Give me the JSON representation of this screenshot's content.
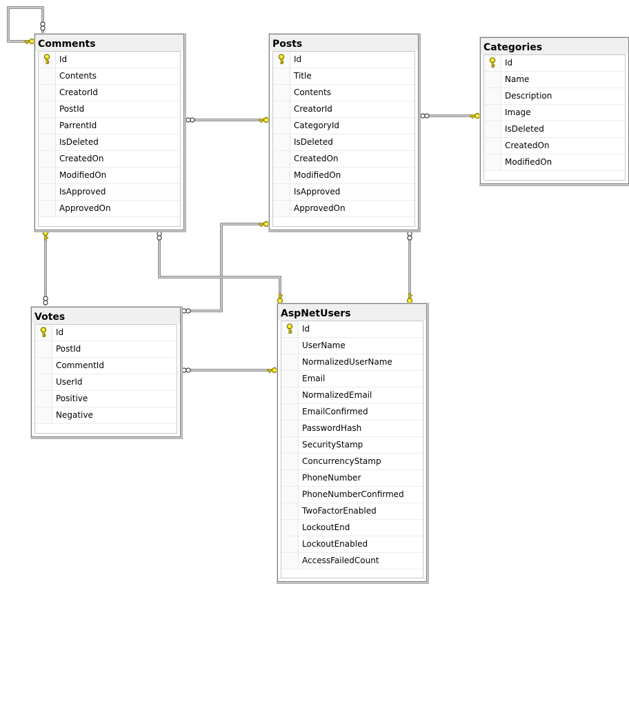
{
  "diagram": {
    "tables": {
      "comments": {
        "title": "Comments",
        "columns": [
          "Id",
          "Contents",
          "CreatorId",
          "PostId",
          "ParrentId",
          "IsDeleted",
          "CreatedOn",
          "ModifiedOn",
          "IsApproved",
          "ApprovedOn"
        ],
        "primary_key": "Id"
      },
      "posts": {
        "title": "Posts",
        "columns": [
          "Id",
          "Title",
          "Contents",
          "CreatorId",
          "CategoryId",
          "IsDeleted",
          "CreatedOn",
          "ModifiedOn",
          "IsApproved",
          "ApprovedOn"
        ],
        "primary_key": "Id"
      },
      "categories": {
        "title": "Categories",
        "columns": [
          "Id",
          "Name",
          "Description",
          "Image",
          "IsDeleted",
          "CreatedOn",
          "ModifiedOn"
        ],
        "primary_key": "Id"
      },
      "votes": {
        "title": "Votes",
        "columns": [
          "Id",
          "PostId",
          "CommentId",
          "UserId",
          "Positive",
          "Negative"
        ],
        "primary_key": "Id"
      },
      "aspnetusers": {
        "title": "AspNetUsers",
        "columns": [
          "Id",
          "UserName",
          "NormalizedUserName",
          "Email",
          "NormalizedEmail",
          "EmailConfirmed",
          "PasswordHash",
          "SecurityStamp",
          "ConcurrencyStamp",
          "PhoneNumber",
          "PhoneNumberConfirmed",
          "TwoFactorEnabled",
          "LockoutEnd",
          "LockoutEnabled",
          "AccessFailedCount"
        ],
        "primary_key": "Id"
      }
    },
    "relationships": [
      {
        "one": "comments",
        "many": "comments"
      },
      {
        "one": "posts",
        "many": "comments"
      },
      {
        "one": "categories",
        "many": "posts"
      },
      {
        "one": "comments",
        "many": "votes"
      },
      {
        "one": "posts",
        "many": "votes"
      },
      {
        "one": "aspnetusers",
        "many": "comments"
      },
      {
        "one": "aspnetusers",
        "many": "posts"
      },
      {
        "one": "aspnetusers",
        "many": "votes"
      }
    ],
    "colors": {
      "key_fill": "#f2e500",
      "key_stroke": "#6b5e00",
      "line": "#6f6f6f",
      "header_bg": "#f0f0f0",
      "border": "#7a7a7a"
    }
  }
}
